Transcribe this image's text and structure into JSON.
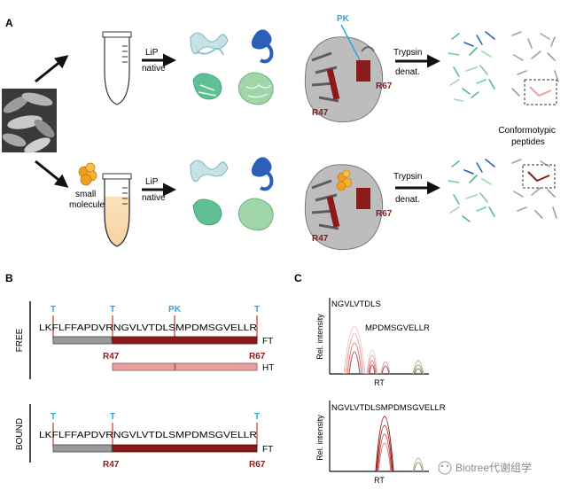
{
  "panel_a": {
    "label": "A",
    "lip_native_top": [
      "LiP",
      "native"
    ],
    "lip_native_bottom": [
      "LiP",
      "native"
    ],
    "pk_label": "PK",
    "r47_top": "R47",
    "r67_top": "R67",
    "r47_bottom": "R47",
    "r67_bottom": "R67",
    "trypsin_top": [
      "Trypsin",
      "denat."
    ],
    "trypsin_bottom": [
      "Trypsin",
      "denat."
    ],
    "conformotypic": [
      "Conformotypic",
      "peptides"
    ],
    "small_molecule": [
      "small",
      "molecule"
    ]
  },
  "panel_b": {
    "label": "B",
    "free": {
      "state": "FREE",
      "t1": "T",
      "t2": "T",
      "pk": "PK",
      "t3": "T",
      "sequence": "LKFLFFAPDVRNGVLVTDLSMPDMSGVELLR",
      "ft": "FT",
      "ht": "HT",
      "r47": "R47",
      "r67": "R67"
    },
    "bound": {
      "state": "BOUND",
      "t1": "T",
      "t2": "T",
      "t3": "T",
      "sequence": "LKFLFFAPDVRNGVLVTDLSMPDMSGVELLR",
      "ft": "FT",
      "r47": "R47",
      "r67": "R67"
    }
  },
  "panel_c": {
    "label": "C",
    "top": {
      "peptide1": "NGVLVTDLS",
      "peptide2": "MPDMSGVELLR",
      "ylabel": "Rel. intensity",
      "xlabel": "RT"
    },
    "bottom": {
      "peptide1": "NGVLVTDLSMPDMSGVELLR",
      "ylabel": "Rel. intensity",
      "xlabel": "RT"
    }
  },
  "watermark": "Biotree代谢组学",
  "colors": {
    "dark_red": "#8b1a1a",
    "pink": "#e8a0a0",
    "cyan": "#2fa7d6",
    "grey": "#9a9a9a",
    "orange": "#f0a020",
    "blue": "#2d5fb8",
    "green": "#56b98a"
  }
}
